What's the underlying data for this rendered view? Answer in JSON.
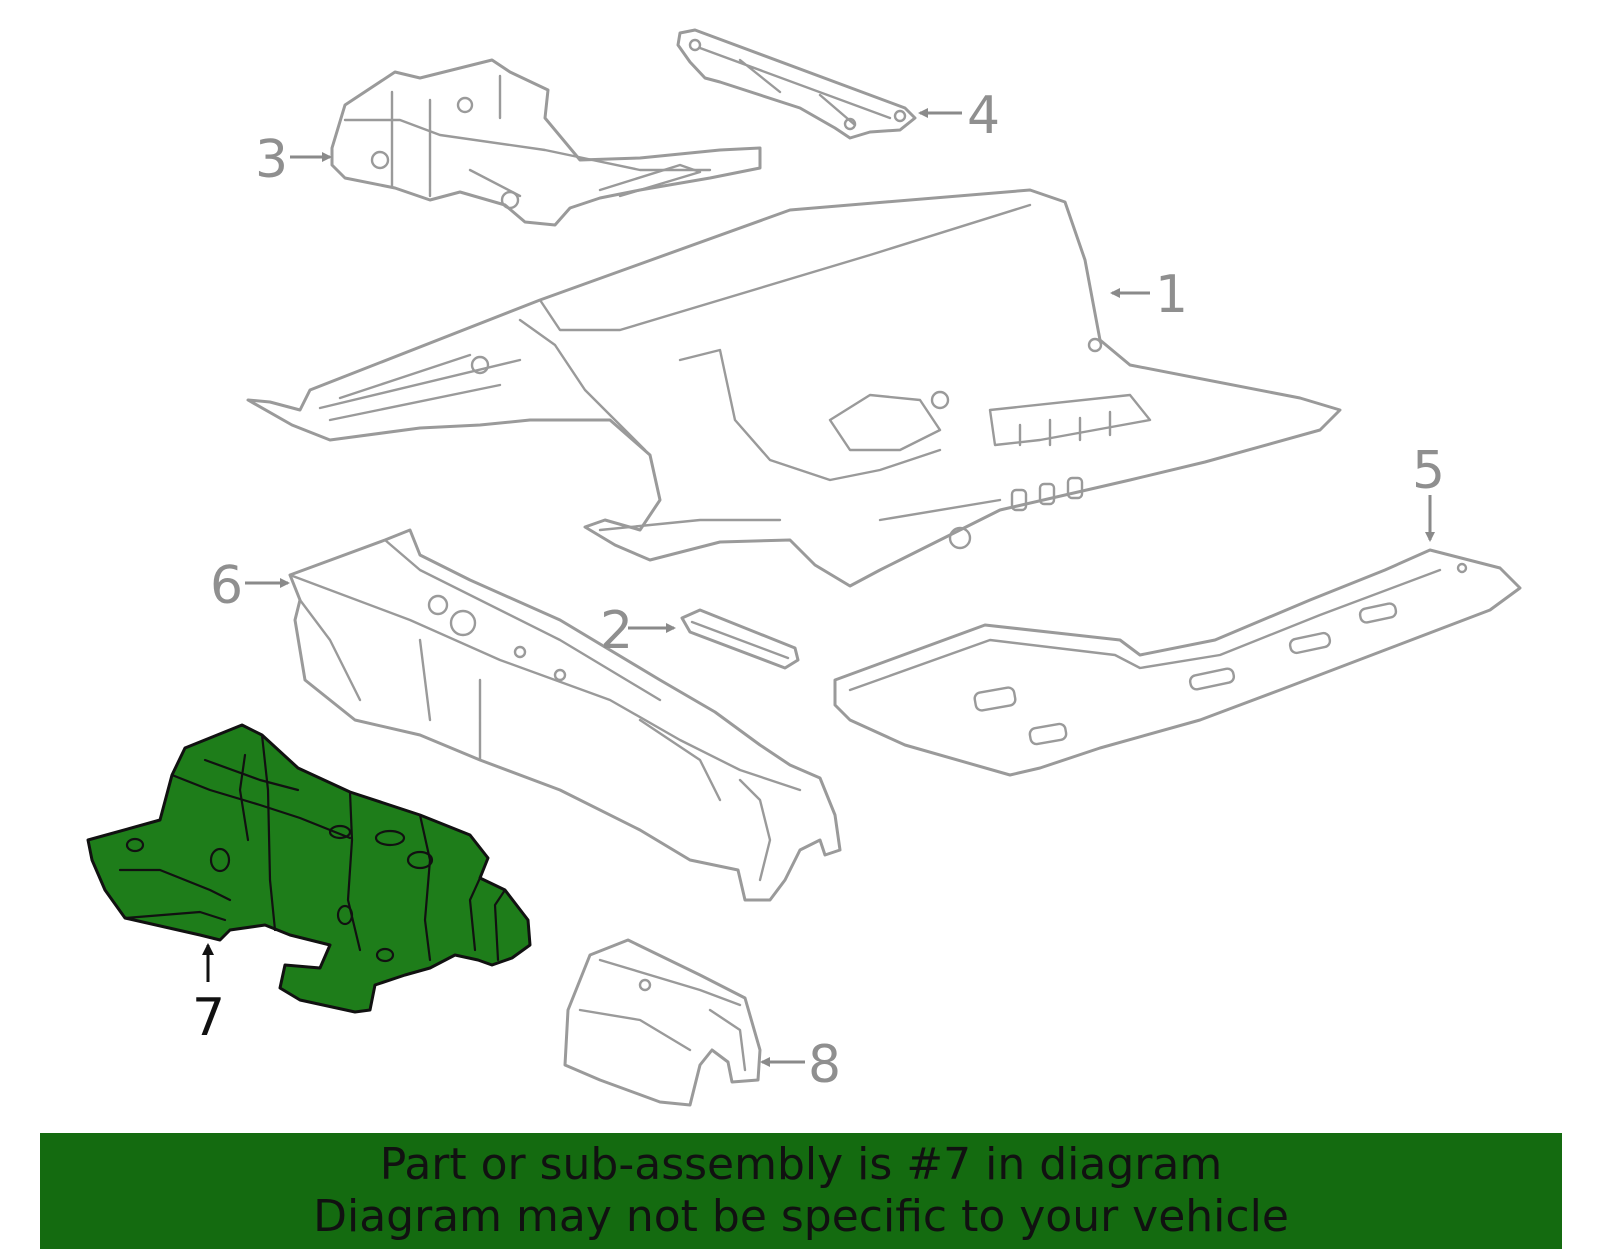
{
  "callouts": {
    "c1": "1",
    "c2": "2",
    "c3": "3",
    "c4": "4",
    "c5": "5",
    "c6": "6",
    "c7": "7",
    "c8": "8"
  },
  "highlight": {
    "part_number": "7",
    "fill_color": "#1e7d1a",
    "outline_color": "#111111"
  },
  "colors": {
    "line_art": "#9a9a9a",
    "banner_background": "#146b10",
    "banner_text": "#111111"
  },
  "banner": {
    "line1": "Part or sub-assembly is #7 in diagram",
    "line2": "Diagram may not be specific to your vehicle"
  }
}
